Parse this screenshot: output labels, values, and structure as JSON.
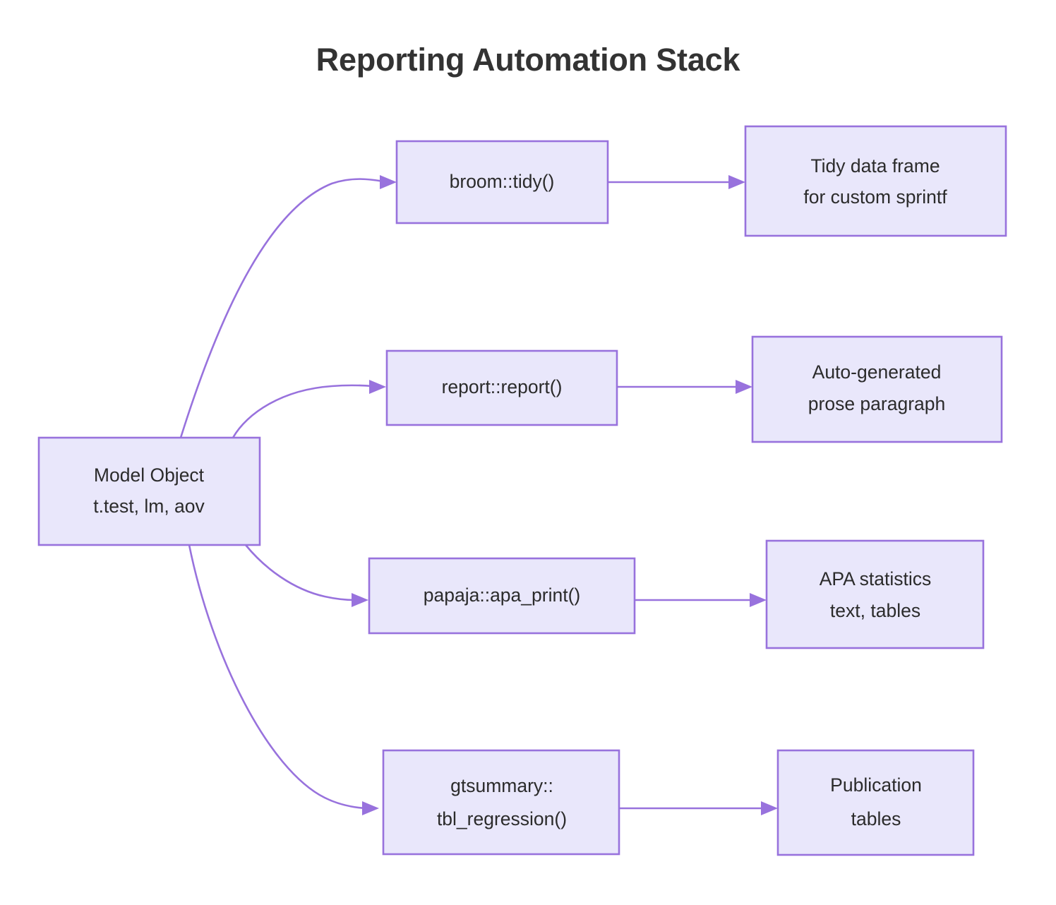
{
  "title": "Reporting Automation Stack",
  "theme": {
    "background": "#ffffff",
    "node_fill": "#e9e7fb",
    "node_stroke": "#9872dd",
    "edge_stroke": "#9872dd",
    "label_color": "#2b2b2b",
    "title_color": "#333333"
  },
  "diagram": {
    "type": "flowchart",
    "direction": "left-to-right",
    "nodes": {
      "source": {
        "id": "model-object",
        "line1": "Model Object",
        "line2": "t.test, lm, aov"
      },
      "middle": [
        {
          "id": "broom-tidy",
          "line1": "broom::tidy()",
          "line2": ""
        },
        {
          "id": "report-report",
          "line1": "report::report()",
          "line2": ""
        },
        {
          "id": "papaja-apa-print",
          "line1": "papaja::apa_print()",
          "line2": ""
        },
        {
          "id": "gtsummary-tbl-regression",
          "line1": "gtsummary::",
          "line2": "tbl_regression()"
        }
      ],
      "outputs": [
        {
          "id": "tidy-data-frame",
          "line1": "Tidy data frame",
          "line2": "for custom sprintf"
        },
        {
          "id": "auto-generated-prose",
          "line1": "Auto-generated",
          "line2": "prose paragraph"
        },
        {
          "id": "apa-statistics",
          "line1": "APA statistics",
          "line2": "text, tables"
        },
        {
          "id": "publication-tables",
          "line1": "Publication",
          "line2": "tables"
        }
      ]
    },
    "edges": [
      {
        "from": "model-object",
        "to": "broom-tidy"
      },
      {
        "from": "model-object",
        "to": "report-report"
      },
      {
        "from": "model-object",
        "to": "papaja-apa-print"
      },
      {
        "from": "model-object",
        "to": "gtsummary-tbl-regression"
      },
      {
        "from": "broom-tidy",
        "to": "tidy-data-frame"
      },
      {
        "from": "report-report",
        "to": "auto-generated-prose"
      },
      {
        "from": "papaja-apa-print",
        "to": "apa-statistics"
      },
      {
        "from": "gtsummary-tbl-regression",
        "to": "publication-tables"
      }
    ]
  }
}
